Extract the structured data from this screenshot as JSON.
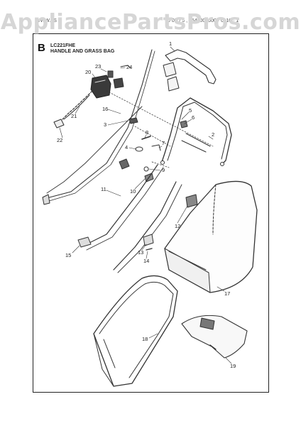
{
  "watermark": "AppliancePartsPros.com",
  "header": {
    "left": "WWW.LS",
    "right": "0 0B / 5 , 0546000000 · 0110 · 1"
  },
  "section": {
    "letter": "B",
    "model": "LC221FHE",
    "subtitle": "HANDLE AND GRASS BAG"
  },
  "callouts": [
    "1",
    "2",
    "3",
    "4",
    "5",
    "6",
    "7",
    "8",
    "9",
    "10",
    "11",
    "12",
    "13",
    "14",
    "15",
    "16",
    "17",
    "18",
    "19",
    "20",
    "21",
    "22",
    "23",
    "24"
  ]
}
